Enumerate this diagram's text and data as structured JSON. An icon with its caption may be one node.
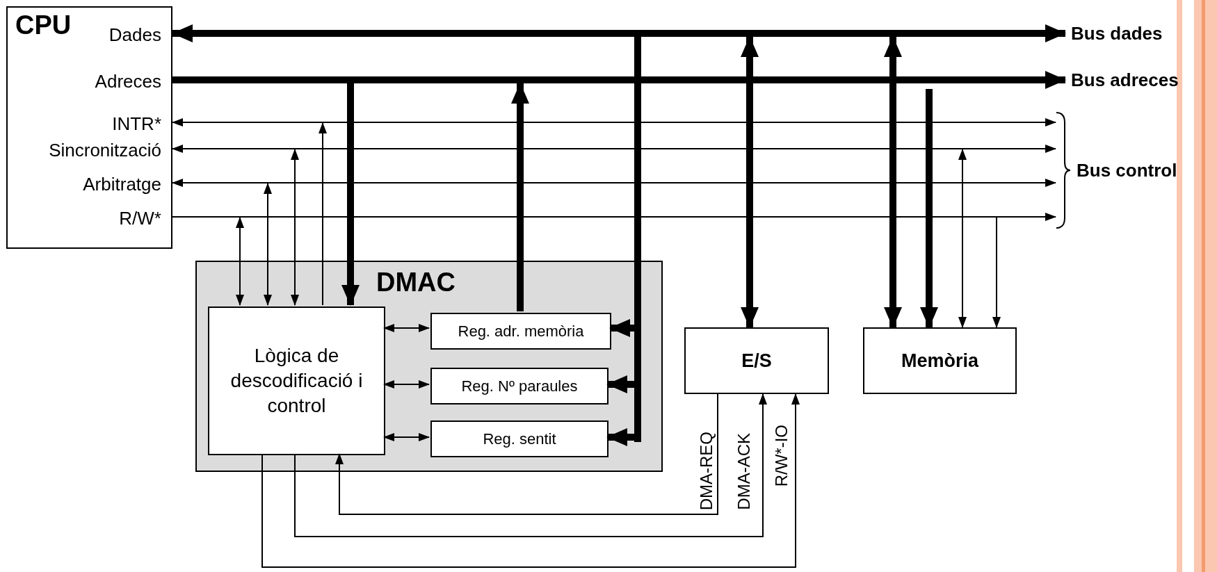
{
  "diagram": {
    "nodes": [
      {
        "text": [
          "CPU",
          "Dades",
          "Adreces",
          "INTR*",
          "Sincronització",
          "Arbitratge",
          "R/W*"
        ]
      },
      {
        "text": [
          "Bus dades"
        ]
      },
      {
        "text": [
          "Bus adreces"
        ]
      },
      {
        "text": [
          "DMAC"
        ]
      },
      {
        "text": [
          "Lògica de descodificació i control"
        ],
        "in": 3
      },
      {
        "text": [
          "Reg. adr. memòria"
        ],
        "in": 3
      },
      {
        "text": [
          "Reg. Nº paraules"
        ],
        "in": 3
      },
      {
        "text": [
          "Reg. sentit"
        ],
        "in": 3
      },
      {
        "text": [
          "E/S"
        ]
      },
      {
        "text": [
          "Memòria"
        ]
      },
      {
        "text": [
          "Bus control"
        ]
      }
    ],
    "edges": [
      {
        "from": 0,
        "to": 1,
        "arrow": "both",
        "style": "thick"
      },
      {
        "from": 0,
        "to": 2,
        "arrow": "to",
        "style": "thick"
      },
      {
        "from": 0,
        "to": 10,
        "arrow": "both"
      },
      {
        "from": 0,
        "to": 10,
        "arrow": "both"
      },
      {
        "from": 0,
        "to": 10,
        "arrow": "both"
      },
      {
        "from": 0,
        "to": 10,
        "arrow": "to"
      },
      {
        "from": null,
        "to": 4,
        "arrow": "to",
        "style": "thick"
      },
      {
        "from": 5,
        "to": null,
        "arrow": "to",
        "style": "thick"
      },
      {
        "from": null,
        "to": 5,
        "arrow": "to",
        "style": "thick"
      },
      {
        "from": null,
        "to": 6,
        "arrow": "to",
        "style": "thick"
      },
      {
        "from": null,
        "to": 7,
        "arrow": "to",
        "style": "thick"
      },
      {
        "from": null,
        "to": 8,
        "arrow": "both",
        "style": "thick"
      },
      {
        "from": null,
        "to": 9,
        "arrow": "both",
        "style": "thick"
      },
      {
        "from": null,
        "to": 9,
        "arrow": "to",
        "style": "thick"
      },
      {
        "from": null,
        "to": 9,
        "arrow": "both"
      },
      {
        "from": null,
        "to": 9,
        "arrow": "to"
      },
      {
        "from": null,
        "to": 4,
        "arrow": "both"
      },
      {
        "from": null,
        "to": 4,
        "arrow": "both"
      },
      {
        "from": null,
        "to": 4,
        "arrow": "both"
      },
      {
        "from": 4,
        "to": null,
        "arrow": "to"
      },
      {
        "from": 4,
        "to": 5,
        "arrow": "both"
      },
      {
        "from": 4,
        "to": 6,
        "arrow": "both"
      },
      {
        "from": 4,
        "to": 7,
        "arrow": "both"
      },
      {
        "from": 8,
        "to": 4,
        "arrow": "to",
        "label": "DMA-REQ"
      },
      {
        "from": 4,
        "to": 8,
        "arrow": "to",
        "label": "DMA-ACK"
      },
      {
        "from": 4,
        "to": 8,
        "arrow": "to",
        "label": "R/W*-IO"
      }
    ]
  }
}
